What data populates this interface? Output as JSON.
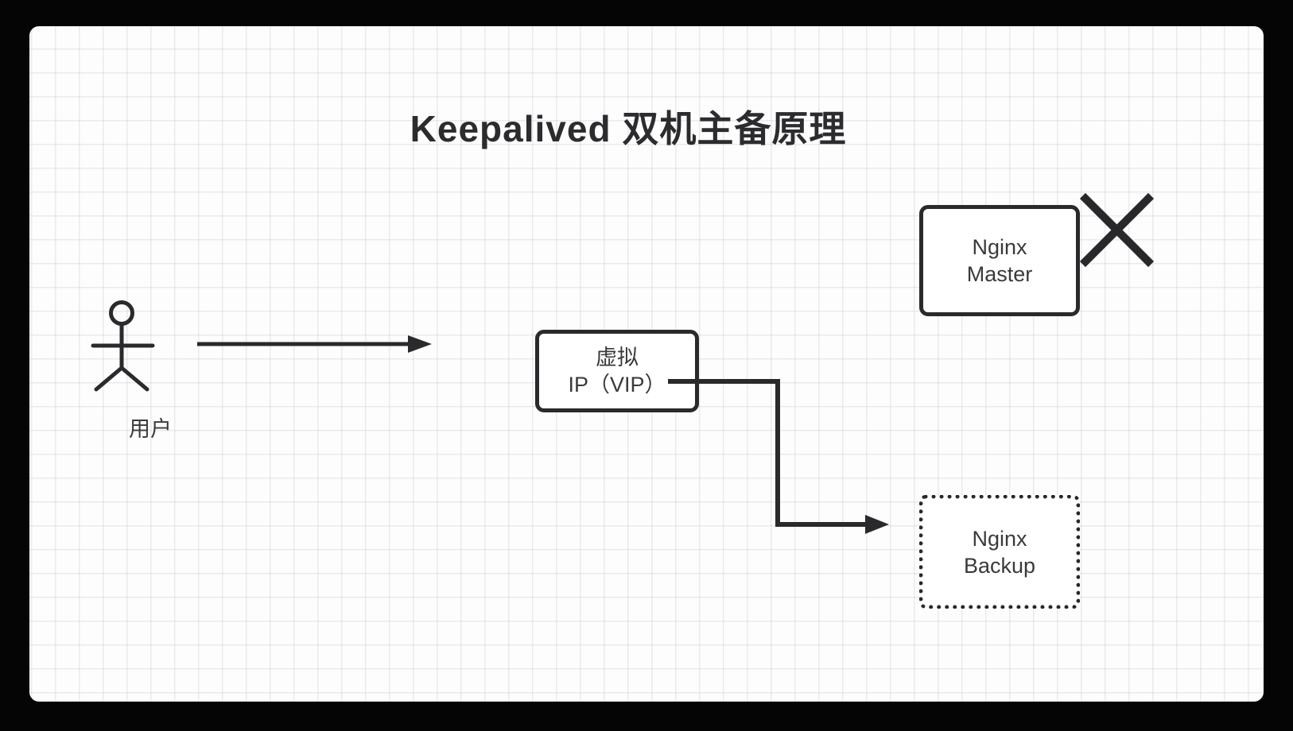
{
  "diagram": {
    "title": "Keepalived 双机主备原理",
    "actor": {
      "label": "用户"
    },
    "nodes": {
      "vip": {
        "line1": "虚拟",
        "line2": "IP（VIP）",
        "border": "solid"
      },
      "master": {
        "line1": "Nginx",
        "line2": "Master",
        "border": "solid",
        "status": "failed (crossed out)"
      },
      "backup": {
        "line1": "Nginx",
        "line2": "Backup",
        "border": "dotted"
      }
    },
    "connectors": [
      {
        "from": "user",
        "to": "vip",
        "type": "straight-arrow"
      },
      {
        "from": "vip",
        "to": "backup",
        "type": "elbow-arrow"
      }
    ],
    "colors": {
      "frame": "#050505",
      "canvas": "#fdfdfe",
      "grid_line": "#e9e9ee",
      "stroke": "#2a2a2c",
      "text": "#3a3a3c",
      "title_text": "#2c2c2e"
    }
  }
}
